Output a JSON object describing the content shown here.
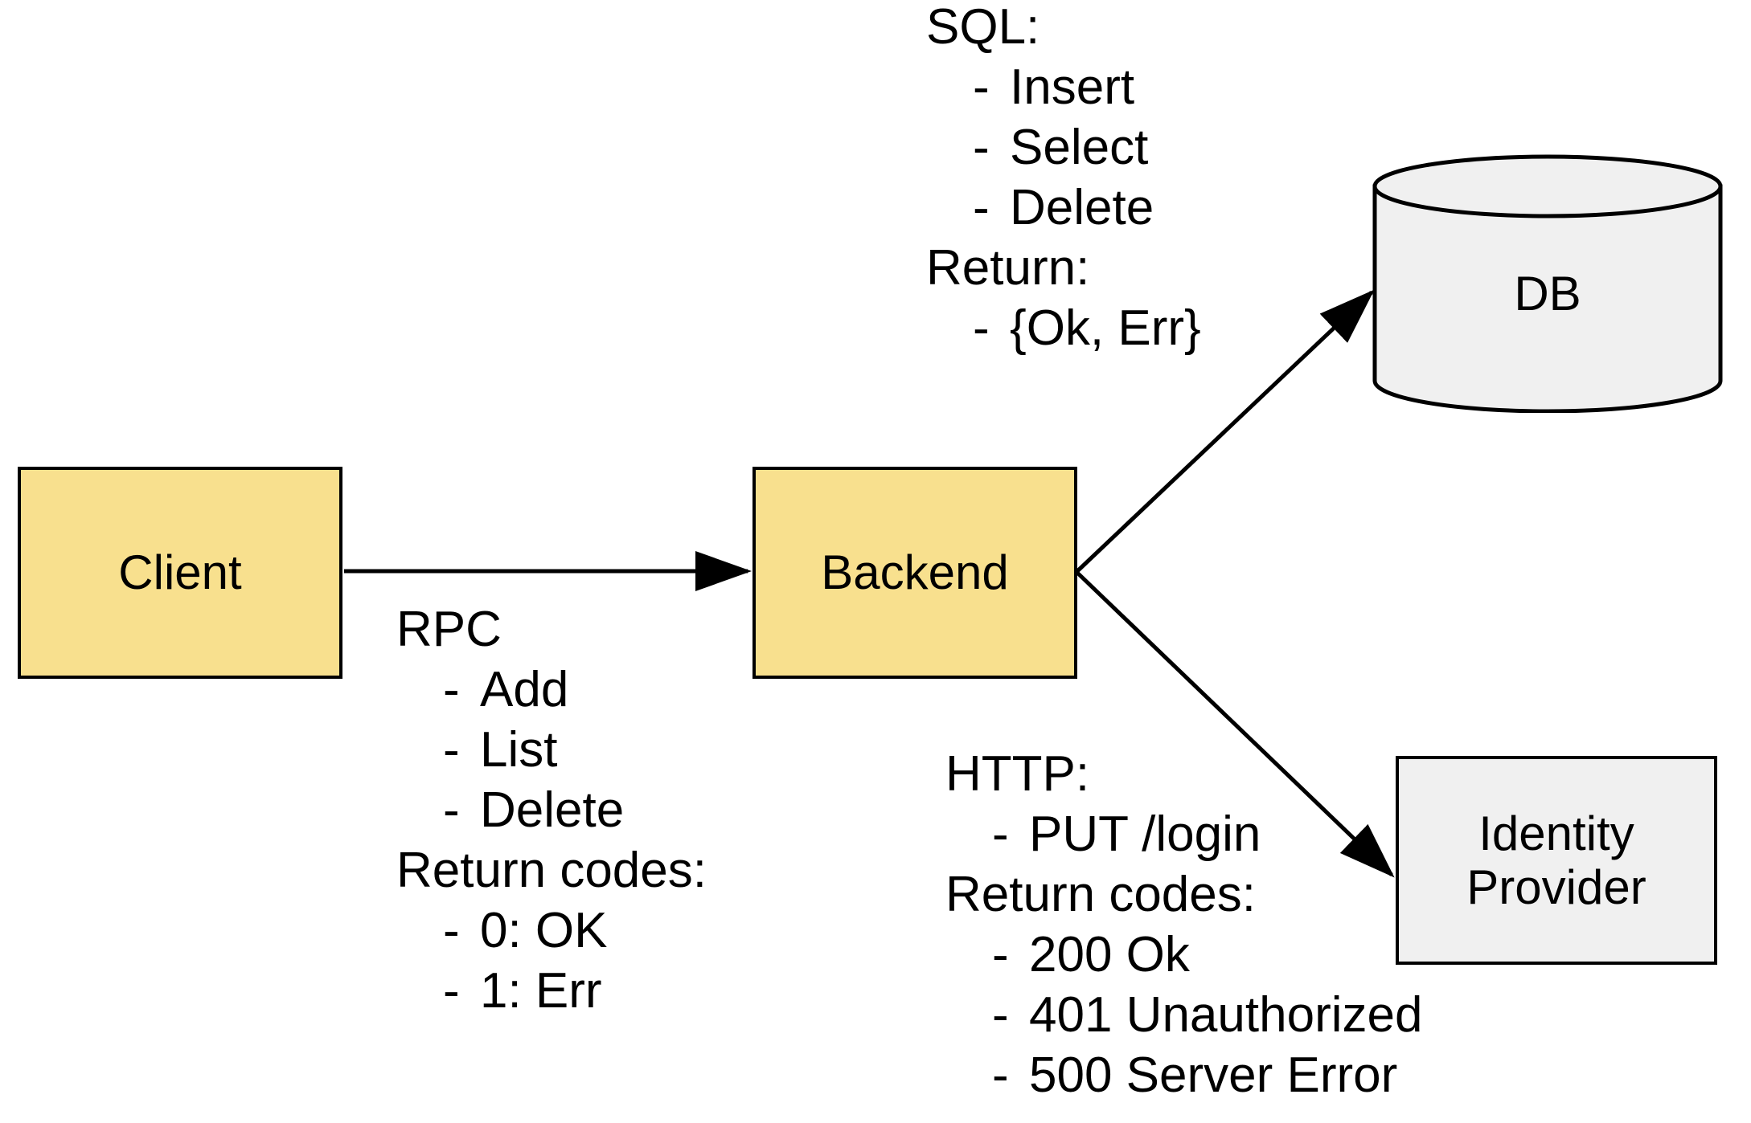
{
  "diagram": {
    "title": "Client / Backend / DB / Identity Provider architecture",
    "colors": {
      "node_fill_yellow": "#f8e08e",
      "node_fill_gray": "#f0f0f0",
      "stroke": "#000000",
      "background": "#ffffff"
    },
    "nodes": {
      "client": {
        "label": "Client",
        "shape": "rectangle",
        "fill": "#f8e08e"
      },
      "backend": {
        "label": "Backend",
        "shape": "rectangle",
        "fill": "#f8e08e"
      },
      "db": {
        "label": "DB",
        "shape": "cylinder",
        "fill": "#f0f0f0"
      },
      "identity_provider": {
        "label_line1": "Identity",
        "label_line2": "Provider",
        "shape": "rectangle",
        "fill": "#f0f0f0"
      }
    },
    "edges": [
      {
        "name": "client-to-backend",
        "from": "client",
        "to": "backend",
        "style": "arrow",
        "annotation": "rpc"
      },
      {
        "name": "backend-to-db",
        "from": "backend",
        "to": "db",
        "style": "arrow",
        "annotation": "sql"
      },
      {
        "name": "backend-to-identity-provider",
        "from": "backend",
        "to": "identity_provider",
        "style": "arrow",
        "annotation": "http"
      }
    ],
    "annotations": {
      "sql": {
        "header": "SQL:",
        "items": [
          "Insert",
          "Select",
          "Delete"
        ],
        "return_header": "Return:",
        "return_items": [
          "{Ok, Err}"
        ],
        "bullet": "-"
      },
      "rpc": {
        "header": "RPC",
        "items": [
          "Add",
          "List",
          "Delete"
        ],
        "return_header": "Return codes:",
        "return_items": [
          "0: OK",
          "1: Err"
        ],
        "bullet": "-"
      },
      "http": {
        "header": "HTTP:",
        "items": [
          "PUT /login"
        ],
        "return_header": "Return codes:",
        "return_items": [
          "200 Ok",
          "401 Unauthorized",
          "500 Server Error"
        ],
        "bullet": "-"
      }
    }
  }
}
